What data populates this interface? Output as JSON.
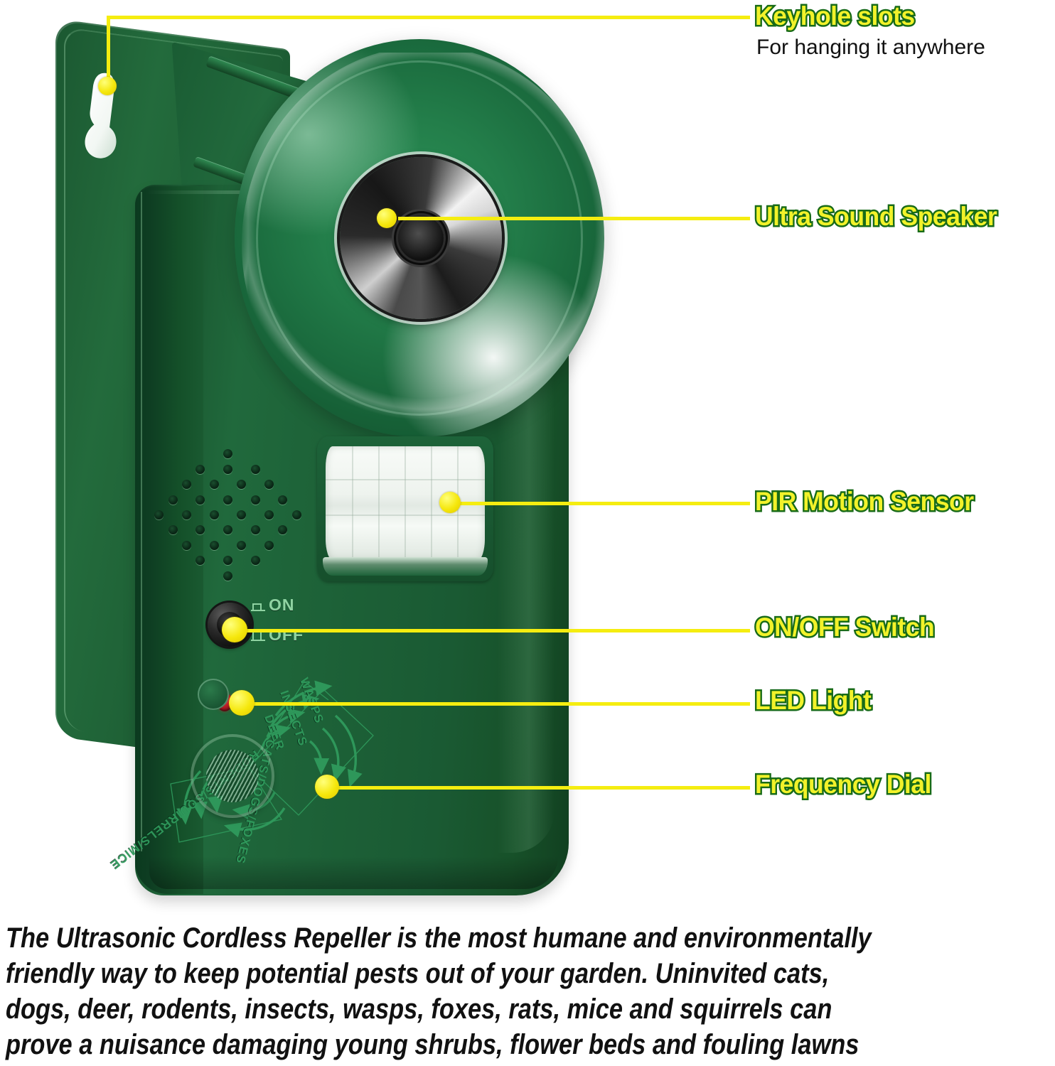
{
  "product": {
    "name": "Ultrasonic Cordless Repeller",
    "body_color": "#1c5f36",
    "accent_color": "#f5ed10",
    "label_fill_color": "#f2f22a",
    "label_outline_color": "#186b18",
    "led_color": "#c01f28"
  },
  "callouts": [
    {
      "id": "keyhole-slots",
      "title": "Keyhole slots",
      "subtitle": "For hanging it anywhere"
    },
    {
      "id": "ultra-sound-speaker",
      "title": "Ultra Sound Speaker",
      "subtitle": ""
    },
    {
      "id": "pir-motion-sensor",
      "title": "PIR Motion Sensor",
      "subtitle": ""
    },
    {
      "id": "on-off-switch",
      "title": "ON/OFF Switch",
      "subtitle": ""
    },
    {
      "id": "led-light",
      "title": "LED Light",
      "subtitle": ""
    },
    {
      "id": "frequency-dial",
      "title": "Frequency Dial",
      "subtitle": ""
    }
  ],
  "switch": {
    "on_label": "ON",
    "off_label": "OFF"
  },
  "dial": {
    "settings": [
      "WASPS",
      "INSECTS",
      "DEER",
      "CATS/DOGS/FOXES",
      "RODENTS/SQUIRRELS/MICE"
    ]
  },
  "description": {
    "lines": [
      "The Ultrasonic Cordless Repeller is the most humane and environmentally",
      "friendly way to keep potential pests out of your garden. Uninvited cats,",
      "dogs, deer, rodents, insects, wasps, foxes, rats, mice and squirrels can",
      "prove a nuisance damaging young shrubs, flower beds and fouling lawns"
    ]
  }
}
